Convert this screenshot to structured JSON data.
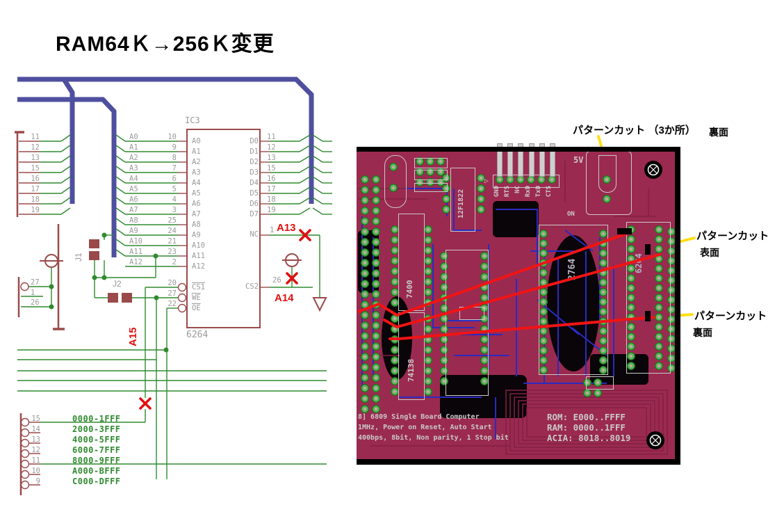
{
  "title": "RAM64Ｋ→256Ｋ変更",
  "schematic": {
    "ic3": {
      "ref": "IC3",
      "part": "6264",
      "left_pins": [
        {
          "num": "10",
          "name": "A0"
        },
        {
          "num": "9",
          "name": "A1"
        },
        {
          "num": "8",
          "name": "A2"
        },
        {
          "num": "7",
          "name": "A3"
        },
        {
          "num": "6",
          "name": "A4"
        },
        {
          "num": "5",
          "name": "A5"
        },
        {
          "num": "4",
          "name": "A6"
        },
        {
          "num": "3",
          "name": "A7"
        },
        {
          "num": "25",
          "name": "A8"
        },
        {
          "num": "24",
          "name": "A9"
        },
        {
          "num": "21",
          "name": "A10"
        },
        {
          "num": "23",
          "name": "A11"
        },
        {
          "num": "2",
          "name": "A12"
        }
      ],
      "ctrl_pins": [
        {
          "num": "20",
          "name": "CS1"
        },
        {
          "num": "27",
          "name": "WE"
        },
        {
          "num": "22",
          "name": "OE"
        }
      ],
      "right_pins": [
        {
          "num": "11",
          "name": "D0"
        },
        {
          "num": "12",
          "name": "D1"
        },
        {
          "num": "13",
          "name": "D2"
        },
        {
          "num": "15",
          "name": "D3"
        },
        {
          "num": "16",
          "name": "D4"
        },
        {
          "num": "17",
          "name": "D5"
        },
        {
          "num": "18",
          "name": "D6"
        },
        {
          "num": "19",
          "name": "D7"
        }
      ],
      "nc_pin": {
        "num": "1",
        "name": "NC"
      },
      "cs2_pin": {
        "num": "26",
        "name": "CS2"
      }
    },
    "bus_numbers": [
      "11",
      "12",
      "13",
      "15",
      "16",
      "17",
      "18",
      "19"
    ],
    "addr_labels": [
      "A0",
      "A1",
      "A2",
      "A3",
      "A4",
      "A5",
      "A6",
      "A7",
      "A8",
      "A9",
      "A10",
      "A11",
      "A12"
    ],
    "jumpers": {
      "j1": "J1",
      "j2": "J2"
    },
    "lower_pins": [
      "27",
      "1",
      "26"
    ],
    "net_flags": {
      "a13": "A13",
      "a14": "A14",
      "a15": "A15"
    },
    "mem_pins": [
      {
        "num": "15",
        "label": "0000-1FFF"
      },
      {
        "num": "14",
        "label": "2000-3FFF"
      },
      {
        "num": "13",
        "label": "4000-5FFF"
      },
      {
        "num": "12",
        "label": "6000-7FFF"
      },
      {
        "num": "11",
        "label": "8000-9FFF"
      },
      {
        "num": "10",
        "label": "A000-BFFF"
      },
      {
        "num": "9",
        "label": "C000-DFFF"
      }
    ]
  },
  "pcb": {
    "silk_labels": {
      "ic_12f1822": "12F1822",
      "ic_7400": "7400",
      "ic_74138": "74138",
      "ic_2764": "2764",
      "ic_6264": "6264",
      "power": "5V",
      "power_switch": "ON"
    },
    "header_pins": [
      "GND",
      "RTS",
      "NC",
      "RxD",
      "TxD",
      "CTS"
    ],
    "info": [
      {
        "left": "8] 6809 Single Board Computer",
        "right": "ROM: E000..FFFF"
      },
      {
        "left": "1MHz, Power on Reset, Auto Start",
        "right": "RAM: 0000..1FFF"
      },
      {
        "left": "400bps, 8bit, Non parity, 1 Stop bit",
        "right": "ACIA: 8018..8019"
      }
    ]
  },
  "annotations": {
    "top": {
      "label": "パターンカット",
      "count": "（3か所）",
      "side": "裏面"
    },
    "front_cut": {
      "label": "パターンカット",
      "side": "表面"
    },
    "back_cut": {
      "label": "パターンカット",
      "side": "裏面"
    }
  },
  "colors": {
    "wire_green": "#2f8a2f",
    "bus_blue": "#4f4f9f",
    "component_red": "#9a4a4a",
    "mark_red": "#e01010",
    "board_magenta": "#9b2a50",
    "pad_green": "#5cb85c",
    "trace_blue": "#2a2ac0",
    "jumper_red": "#f01414",
    "annotation_yellow": "#ffdf14",
    "silkscreen_gray": "#c9c9c9"
  }
}
